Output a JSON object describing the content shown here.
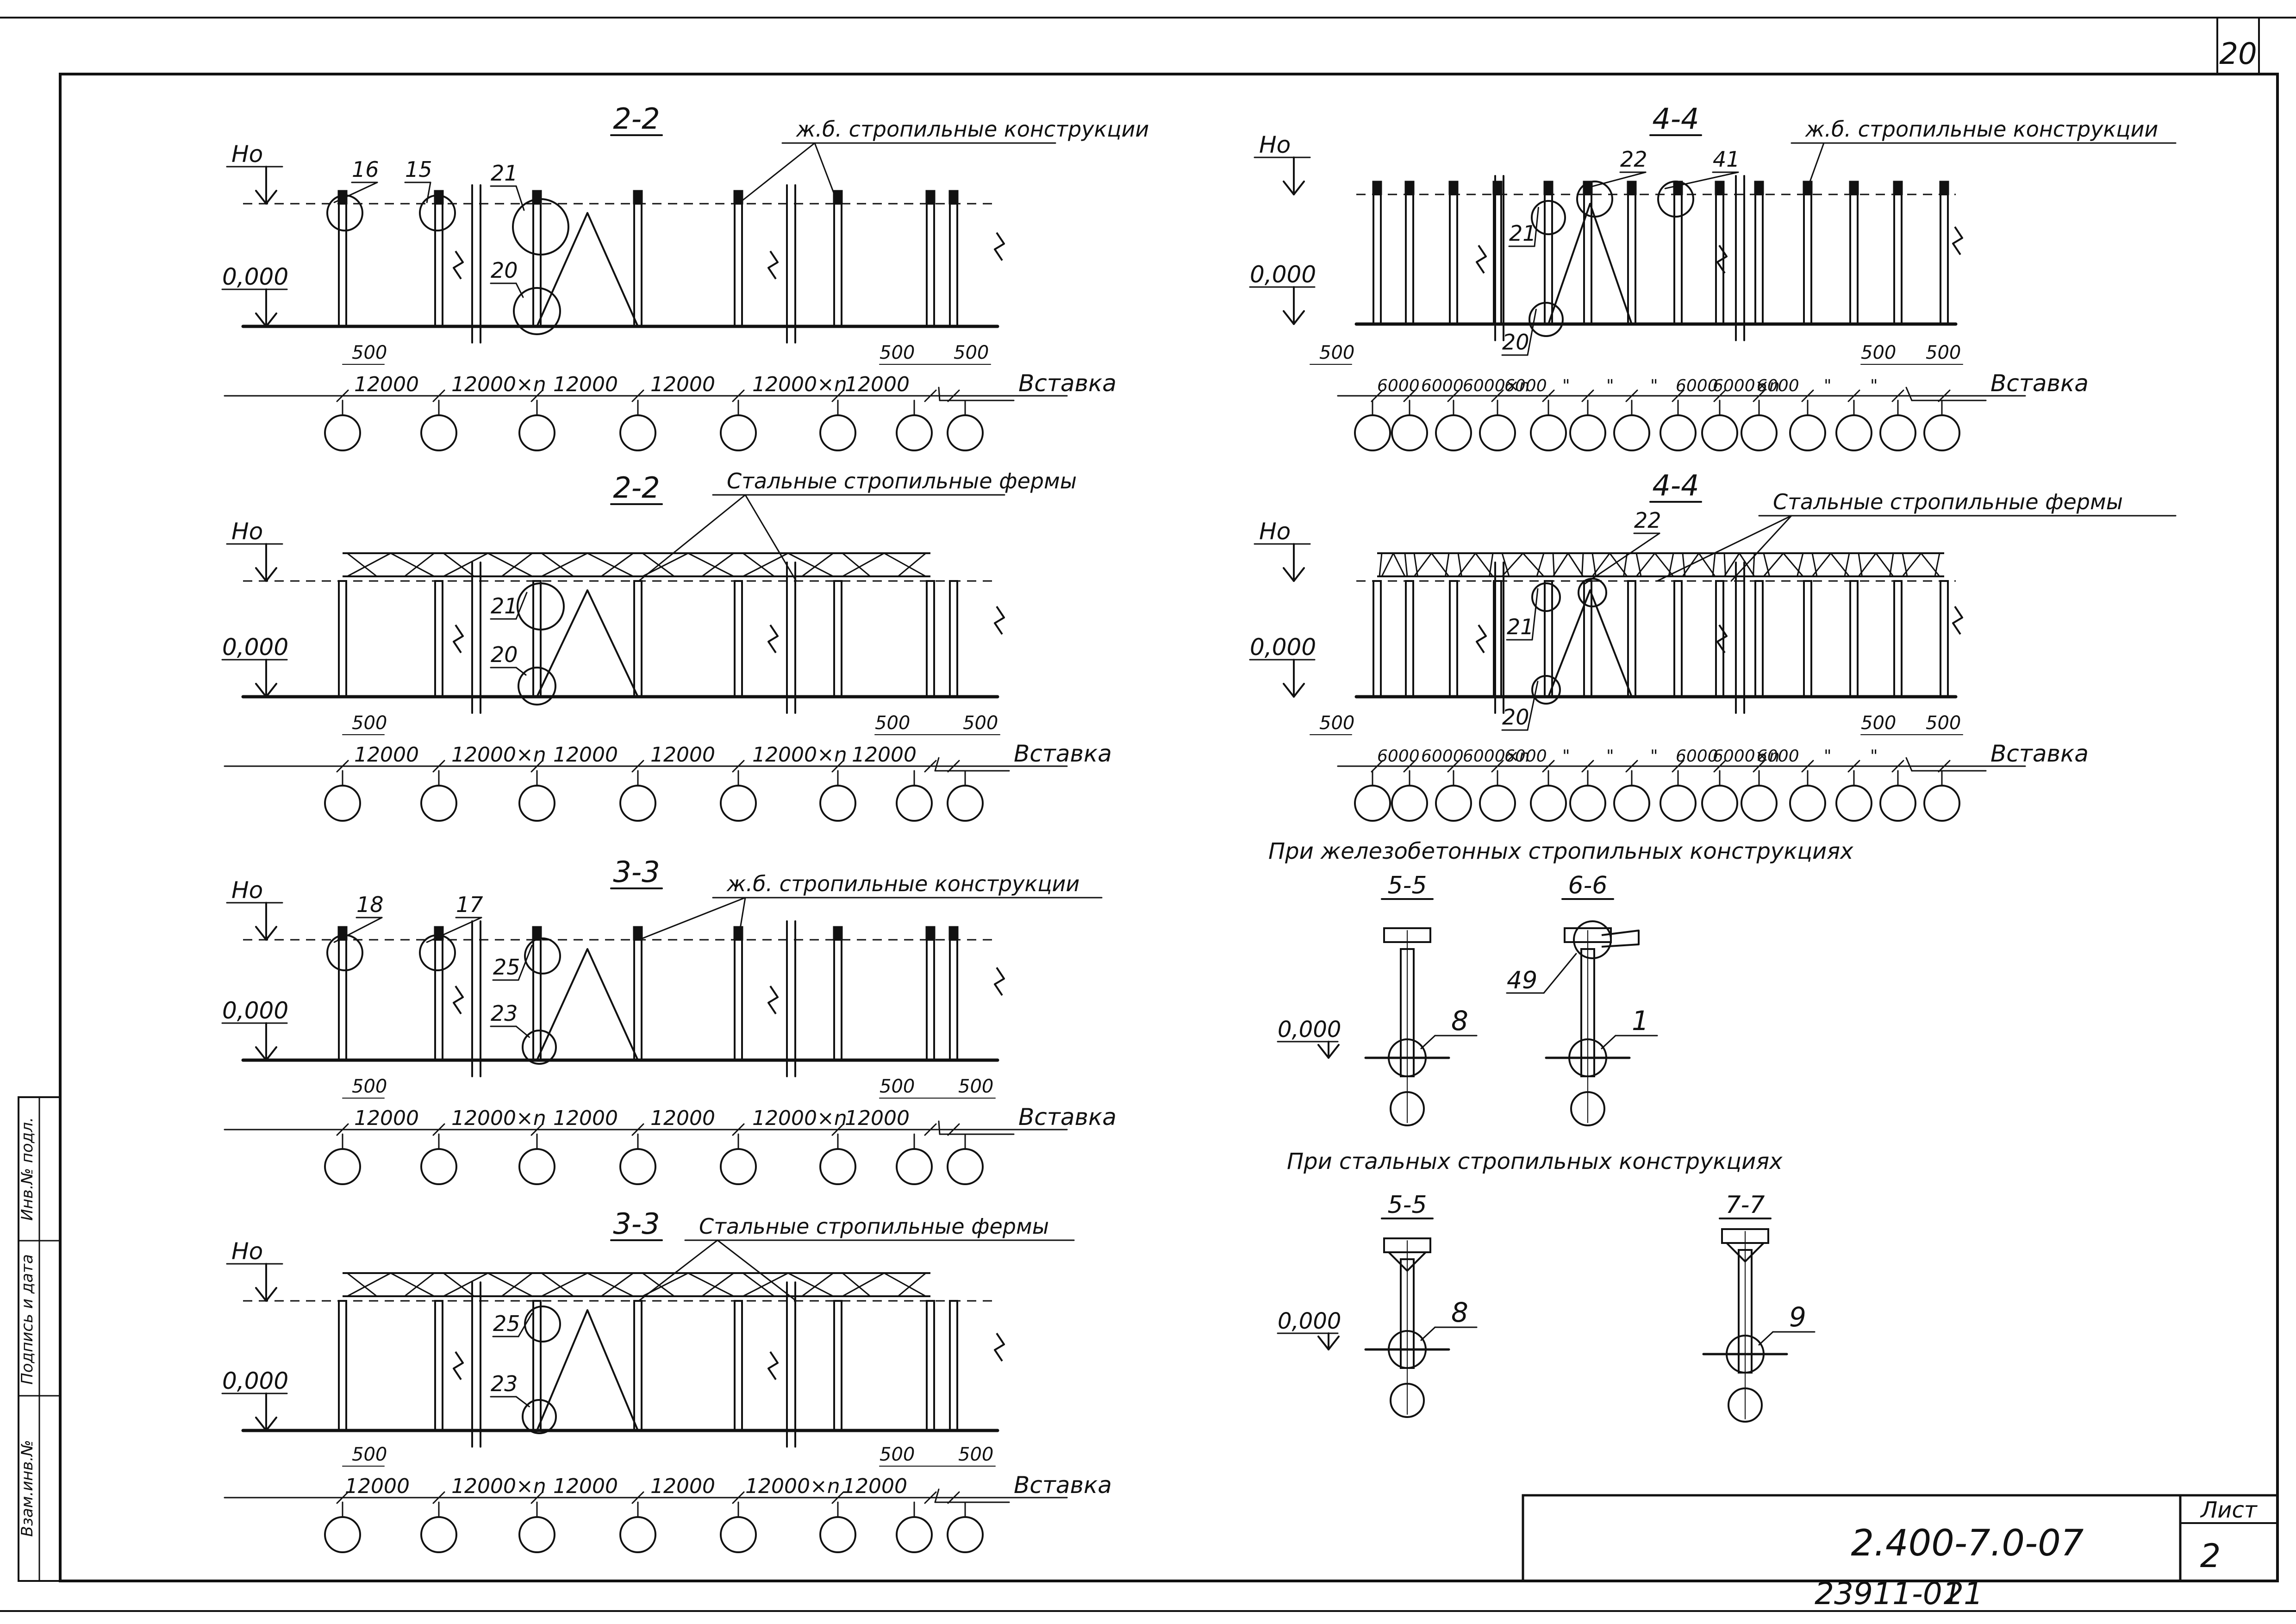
{
  "sheet": {
    "page_number": "20",
    "sheet_label": "Лист",
    "sheet_number": "2",
    "document_code": "2.400-7.0-07",
    "inventory_number": "23911-01",
    "inventory_suffix": "21",
    "side_labels": [
      "Инв.№ подл.",
      "Подпись и дата",
      "Взам.инв.№"
    ]
  },
  "common": {
    "height_label": "Но",
    "zero_level": "0,000",
    "insert_label": "Вставка",
    "offset_500": "500"
  },
  "sections": [
    {
      "title": "2-2",
      "roof_note": "ж.б. стропильные конструкции",
      "marks": [
        "16",
        "15",
        "21",
        "20"
      ],
      "dims": [
        "12000",
        "12000×n",
        "12000",
        "12000",
        "12000×n",
        "12000"
      ]
    },
    {
      "title": "2-2",
      "roof_note": "Стальные стропильные фермы",
      "marks": [
        "21",
        "20"
      ],
      "dims": [
        "12000",
        "12000×n",
        "12000",
        "12000",
        "12000×n",
        "12000"
      ]
    },
    {
      "title": "3-3",
      "roof_note": "ж.б. стропильные конструкции",
      "marks": [
        "18",
        "17",
        "25",
        "23"
      ],
      "dims": [
        "12000",
        "12000×n",
        "12000",
        "12000",
        "12000×n",
        "12000"
      ]
    },
    {
      "title": "3-3",
      "roof_note": "Стальные стропильные фермы",
      "marks": [
        "25",
        "23"
      ],
      "dims": [
        "12000",
        "12000×n",
        "12000",
        "12000",
        "12000×n",
        "12000"
      ]
    },
    {
      "title": "4-4",
      "roof_note": "ж.б. стропильные конструкции",
      "marks": [
        "22",
        "41",
        "21",
        "20"
      ],
      "dims": [
        "6000",
        "6000",
        "6000×n",
        "6000",
        "\"",
        "\"",
        "\"",
        "6000",
        "6000×n",
        "6000",
        "\"",
        "\""
      ]
    },
    {
      "title": "4-4",
      "roof_note": "Стальные стропильные фермы",
      "marks": [
        "22",
        "21",
        "20"
      ],
      "dims": [
        "6000",
        "6000",
        "6000×n",
        "6000",
        "\"",
        "\"",
        "\"",
        "6000",
        "6000×n",
        "6000",
        "\"",
        "\""
      ]
    }
  ],
  "details": {
    "rc_heading": "При железобетонных стропильных конструкциях",
    "steel_heading": "При стальных стропильных конструкциях",
    "items": [
      {
        "title": "5-5",
        "mark": "8"
      },
      {
        "title": "6-6",
        "mark": "1",
        "mark2": "49"
      },
      {
        "title": "5-5",
        "mark": "8"
      },
      {
        "title": "7-7",
        "mark": "9"
      }
    ]
  }
}
